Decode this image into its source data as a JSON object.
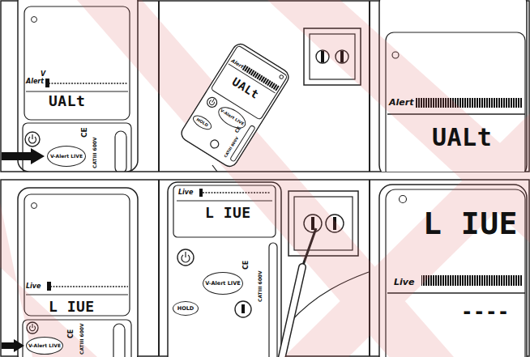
{
  "diagram": {
    "nodes": [
      {
        "text": [
          "V",
          "Alert",
          "UALt"
        ]
      },
      {
        "text": [
          "V-Alert LIVE"
        ]
      },
      {
        "text": [
          "Alert",
          "UALt"
        ]
      },
      {
        "text": [
          "V-Alert LIVE"
        ]
      },
      {
        "text": [
          "HOLD"
        ]
      },
      {
        "text": [
          "Alert",
          "UALt"
        ]
      },
      {
        "text": [
          "Live",
          "L IUE"
        ]
      },
      {
        "text": [
          "V-Alert LIVE"
        ]
      },
      {
        "text": [
          "Live",
          "L IUE"
        ]
      },
      {
        "text": [
          "V-Alert LIVE"
        ]
      },
      {
        "text": [
          "HOLD"
        ]
      },
      {
        "text": [
          "L IUE",
          "Live",
          "----"
        ]
      }
    ],
    "labels": [
      "CE",
      "CATIII 600V",
      "CE",
      "CATIII 600V",
      "CE",
      "CATIII 600V",
      "CE",
      "CATIII 600V"
    ]
  }
}
